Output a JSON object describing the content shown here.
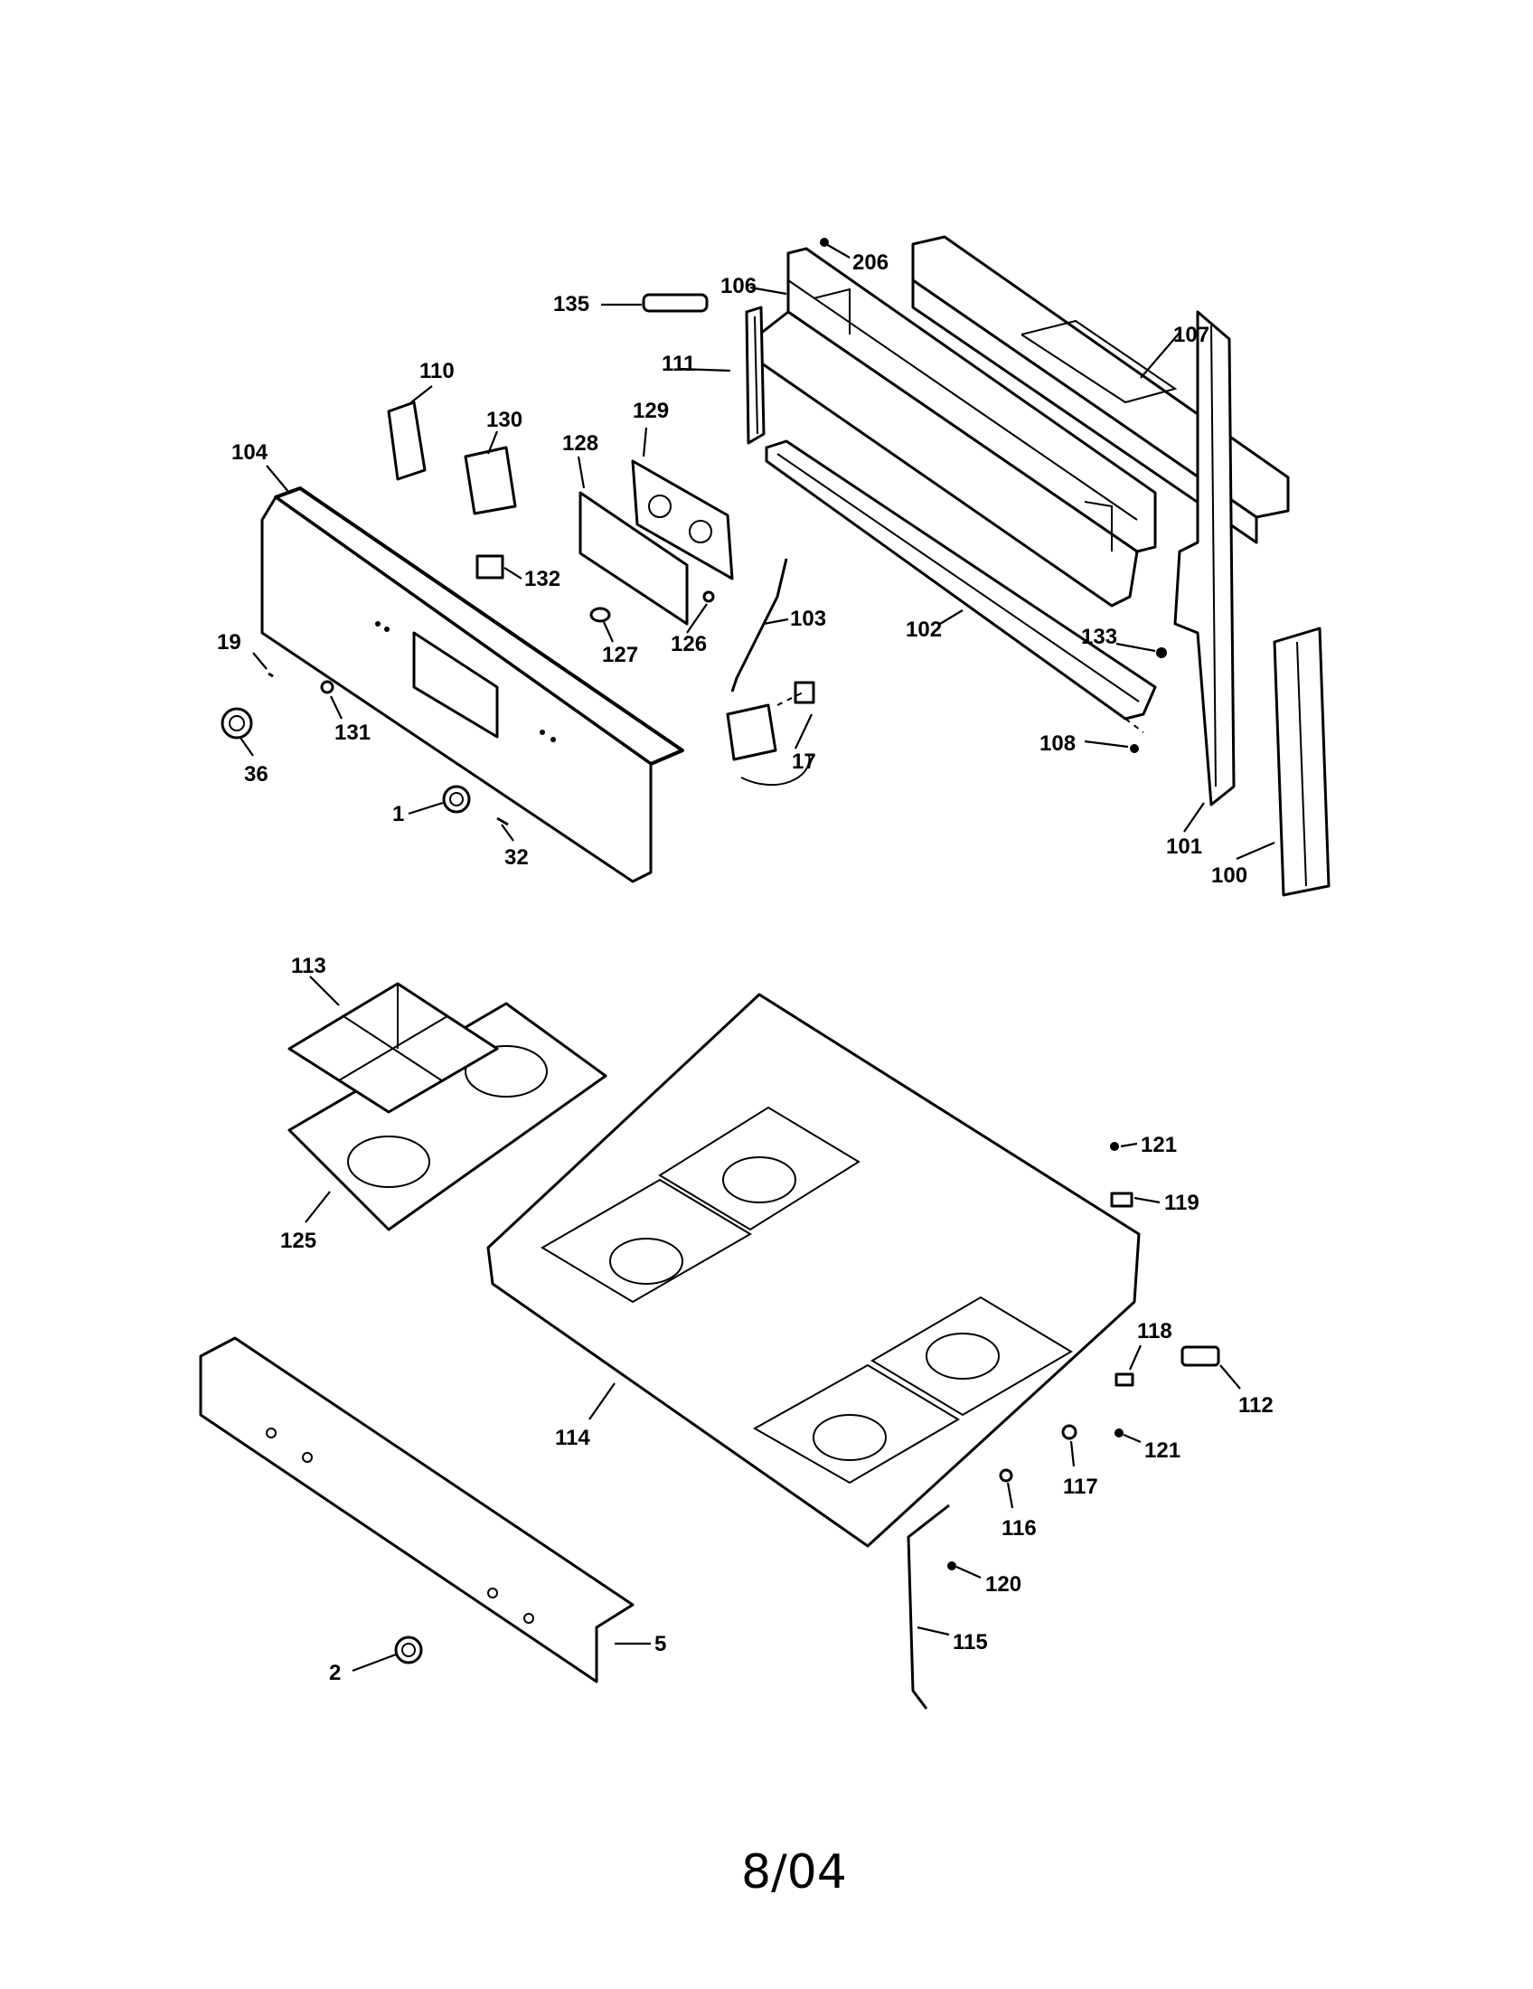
{
  "diagram": {
    "footer_text": "8/04",
    "callouts": {
      "p135": "135",
      "p206": "206",
      "p106": "106",
      "p107": "107",
      "p111": "111",
      "p110": "110",
      "p130": "130",
      "p129": "129",
      "p128": "128",
      "p104": "104",
      "p132": "132",
      "p103": "103",
      "p102": "102",
      "p133": "133",
      "p127": "127",
      "p126": "126",
      "p19": "19",
      "p131": "131",
      "p36": "36",
      "p17": "17",
      "p108": "108",
      "p101": "101",
      "p100": "100",
      "p1": "1",
      "p32": "32",
      "p113": "113",
      "p125": "125",
      "p121a": "121",
      "p119": "119",
      "p118": "118",
      "p112": "112",
      "p121b": "121",
      "p114": "114",
      "p117": "117",
      "p116": "116",
      "p120": "120",
      "p115": "115",
      "p2": "2",
      "p5": "5"
    }
  }
}
